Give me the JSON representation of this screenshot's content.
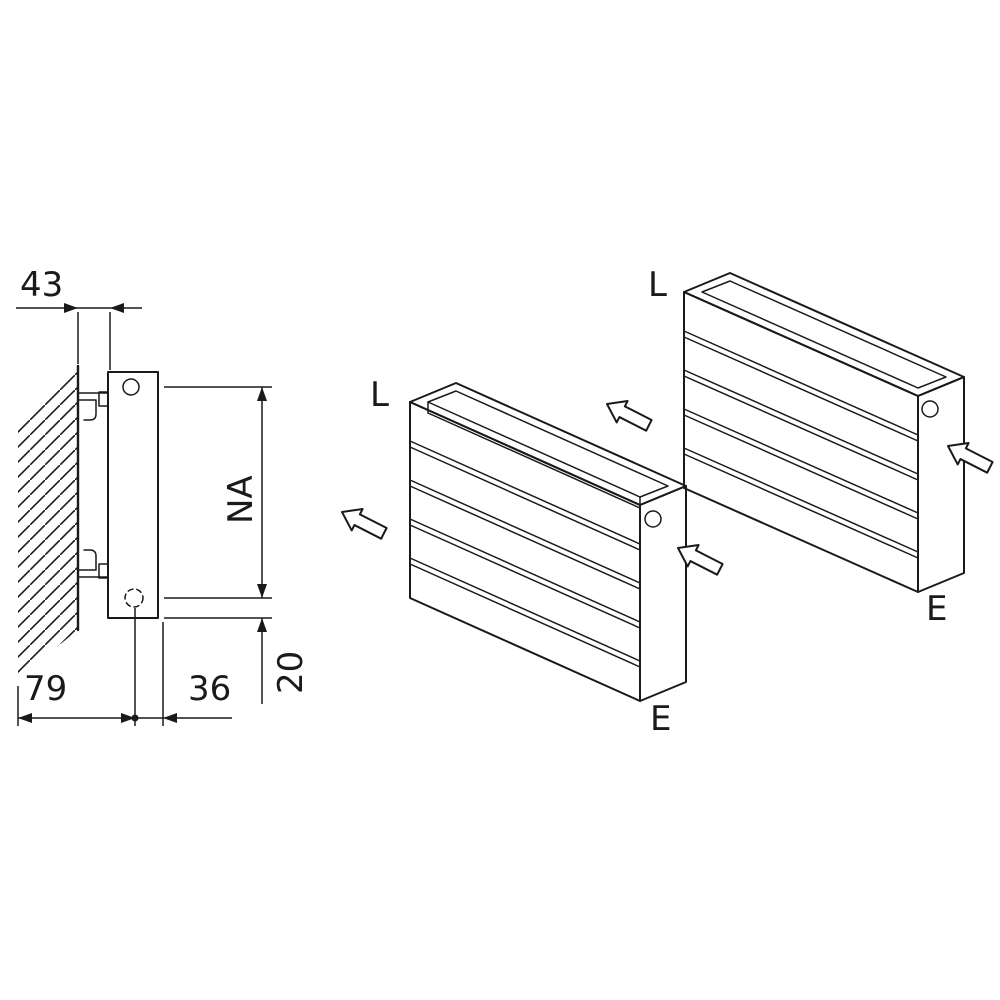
{
  "side_view": {
    "dim_wall_gap": "43",
    "dim_hub_distance": "NA",
    "dim_bottom_offset": "20",
    "dim_wall_to_pipe": "79",
    "dim_pipe_to_front": "36"
  },
  "iso_front_radiator": {
    "label_l": "L",
    "label_e": "E"
  },
  "iso_back_radiator": {
    "label_l": "L",
    "label_e": "E"
  },
  "colors": {
    "line": "#1a1a1a",
    "background": "#ffffff"
  }
}
